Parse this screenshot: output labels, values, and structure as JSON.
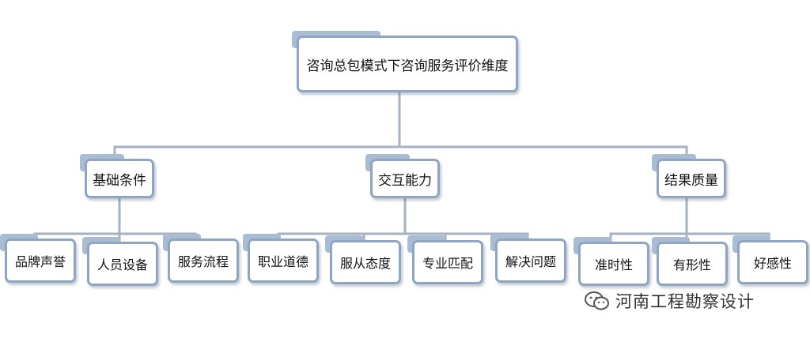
{
  "diagram": {
    "root": {
      "label": "咨询总包模式下咨询服务评价维度"
    },
    "categories": [
      {
        "label": "基础条件",
        "items": [
          "品牌声誉",
          "人员设备",
          "服务流程"
        ]
      },
      {
        "label": "交互能力",
        "items": [
          "职业道德",
          "服从态度",
          "专业匹配",
          "解决问题"
        ]
      },
      {
        "label": "结果质量",
        "items": [
          "准时性",
          "有形性",
          "好感性"
        ]
      }
    ]
  },
  "watermark": {
    "text": "河南工程勘察设计",
    "icon": "wechat-icon"
  },
  "colors": {
    "line": "#a6b2c2",
    "border": "#8ea6c3",
    "tab": "#a9bcd3"
  }
}
